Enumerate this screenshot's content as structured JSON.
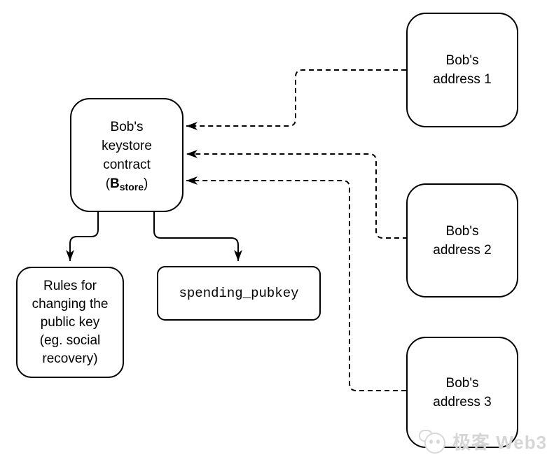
{
  "diagram": {
    "keystore": {
      "line1": "Bob's",
      "line2": "keystore",
      "line3": "contract",
      "paren_open": "(",
      "symbol_main": "B",
      "symbol_sub": "store",
      "paren_close": ")"
    },
    "address1": {
      "label": "Bob's\naddress 1"
    },
    "address2": {
      "label": "Bob's\naddress 2"
    },
    "address3": {
      "label": "Bob's\naddress 3"
    },
    "rules": {
      "label": "Rules for\nchanging the\npublic key\n(eg. social\nrecovery)"
    },
    "spending": {
      "label": "spending_pubkey"
    }
  },
  "connectors": [
    {
      "name": "address1-to-keystore",
      "style": "dashed",
      "from": "address1",
      "to": "keystore"
    },
    {
      "name": "address2-to-keystore",
      "style": "dashed",
      "from": "address2",
      "to": "keystore"
    },
    {
      "name": "address3-to-keystore",
      "style": "dashed",
      "from": "address3",
      "to": "keystore"
    },
    {
      "name": "keystore-to-rules",
      "style": "solid",
      "from": "keystore",
      "to": "rules"
    },
    {
      "name": "keystore-to-spending",
      "style": "solid",
      "from": "keystore",
      "to": "spending"
    }
  ],
  "watermark": {
    "text": "极客 Web3"
  },
  "colors": {
    "stroke": "#000000",
    "background": "#ffffff",
    "watermark": "#d6d6d6"
  }
}
